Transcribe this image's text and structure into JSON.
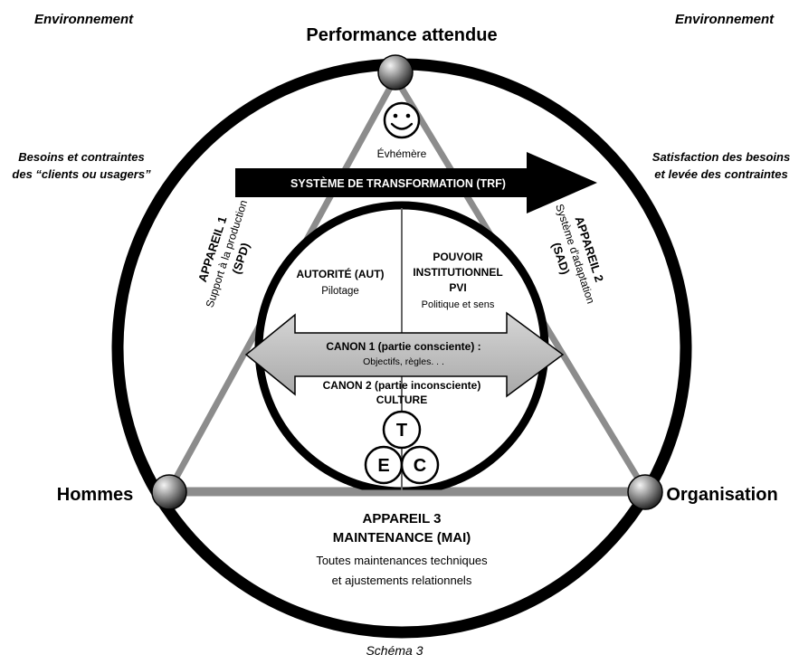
{
  "corner_left_top": "Environnement",
  "corner_right_top": "Environnement",
  "left_side_line1": "Besoins et contraintes",
  "left_side_line2": "des “clients ou usagers”",
  "right_side_line1": "Satisfaction des besoins",
  "right_side_line2": "et levée des contraintes",
  "top_vertex": "Performance attendue",
  "left_vertex": "Hommes",
  "right_vertex": "Organisation",
  "smiley_label": "Évhémère",
  "trf_arrow": "SYSTÈME DE TRANSFORMATION (TRF)",
  "app1": {
    "line1": "APPAREIL 1",
    "line2": "Support à la production",
    "line3": "(SPD)"
  },
  "app2": {
    "line1": "APPAREIL 2",
    "line2": "Système d'adaptation",
    "line3": "(SAD)"
  },
  "aut": {
    "title": "AUTORITÉ (AUT)",
    "sub": "Pilotage"
  },
  "pvi": {
    "line1": "POUVOIR",
    "line2": "INSTITUTIONNEL",
    "line3": "PVI",
    "sub": "Politique et sens"
  },
  "canon1": {
    "title": "CANON 1 (partie consciente) :",
    "sub": "Objectifs, règles. . ."
  },
  "canon2": {
    "line1": "CANON 2 (partie inconsciente)",
    "line2": "CULTURE"
  },
  "tec": {
    "t": "T",
    "e": "E",
    "c": "C"
  },
  "app3": {
    "line1": "APPAREIL 3",
    "line2": "MAINTENANCE (MAI)",
    "line3": "Toutes maintenances techniques",
    "line4": "et ajustements relationnels"
  },
  "caption": "Schéma 3"
}
